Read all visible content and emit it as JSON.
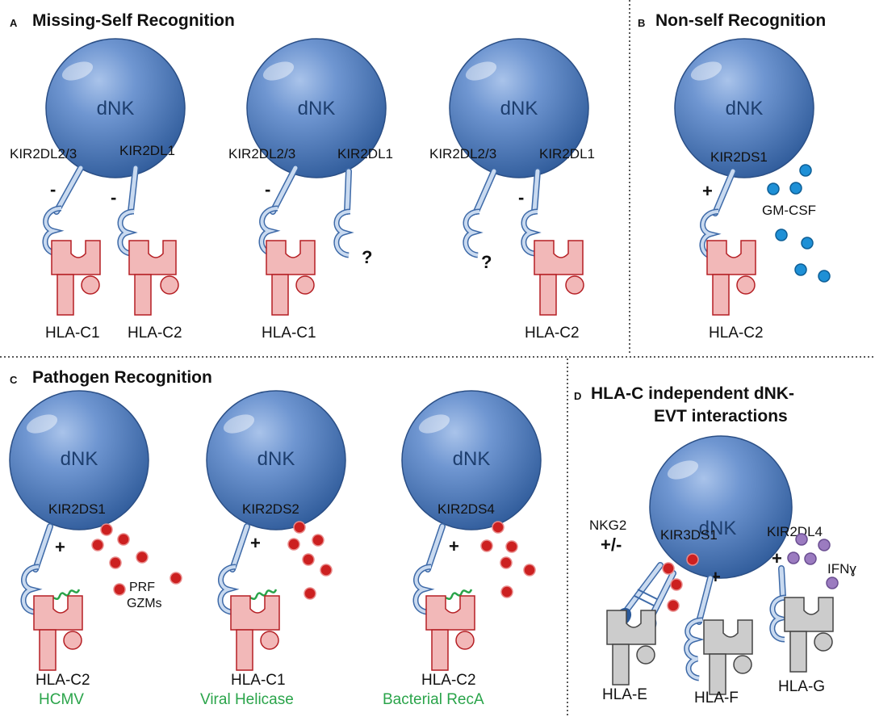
{
  "colors": {
    "cell_fill": "#5a84c4",
    "cell_outline": "#2b4f86",
    "receptor_fill": "#c9daf0",
    "receptor_outline": "#3e6aa8",
    "hla_fill": "#f2b8b8",
    "hla_outline": "#b51f24",
    "hla_grey_fill": "#cccccc",
    "hla_grey_outline": "#444444",
    "cytokine_blue": "#1e90d6",
    "granule_red": "#cc2020",
    "ifn_purple": "#9b7bc0",
    "pathogen_green": "#2aa44a",
    "divider": "#222222"
  },
  "panels": {
    "a": {
      "letter": "A",
      "title": "Missing-Self Recognition",
      "cells": [
        {
          "label": "dNK",
          "rec_left": "KIR2DL2/3",
          "rec_right": "KIR2DL1",
          "sign_left": "-",
          "sign_right": "-",
          "hla_left": "HLA-C1",
          "hla_right": "HLA-C2"
        },
        {
          "label": "dNK",
          "rec_left": "KIR2DL2/3",
          "rec_right": "KIR2DL1",
          "sign_left": "-",
          "question": "?",
          "hla_left": "HLA-C1"
        },
        {
          "label": "dNK",
          "rec_left": "KIR2DL2/3",
          "rec_right": "KIR2DL1",
          "sign_right": "-",
          "question": "?",
          "hla_right": "HLA-C2"
        }
      ]
    },
    "b": {
      "letter": "B",
      "title": "Non-self Recognition",
      "cell": {
        "label": "dNK",
        "receptor": "KIR2DS1",
        "sign": "+",
        "cytokine": "GM-CSF",
        "hla": "HLA-C2"
      }
    },
    "c": {
      "letter": "C",
      "title": "Pathogen Recognition",
      "cells": [
        {
          "label": "dNK",
          "receptor": "KIR2DS1",
          "sign": "+",
          "granules": [
            "PRF",
            "GZMs"
          ],
          "hla": "HLA-C2",
          "pathogen": "HCMV"
        },
        {
          "label": "dNK",
          "receptor": "KIR2DS2",
          "sign": "+",
          "hla": "HLA-C1",
          "pathogen": "Viral Helicase"
        },
        {
          "label": "dNK",
          "receptor": "KIR2DS4",
          "sign": "+",
          "hla": "HLA-C2",
          "pathogen": "Bacterial RecA"
        }
      ]
    },
    "d": {
      "letter": "D",
      "title_line1": "HLA-C independent dNK-",
      "title_line2": "EVT interactions",
      "cell": {
        "label": "dNK",
        "rec_nkg2": "NKG2",
        "sign_nkg2": "+/-",
        "rec_kir3ds1": "KIR3DS1",
        "sign_kir3ds1": "+",
        "rec_kir2dl4": "KIR2DL4",
        "sign_kir2dl4": "+",
        "cytokine": "IFNɣ",
        "hla_e": "HLA-E",
        "hla_f": "HLA-F",
        "hla_g": "HLA-G"
      }
    }
  }
}
